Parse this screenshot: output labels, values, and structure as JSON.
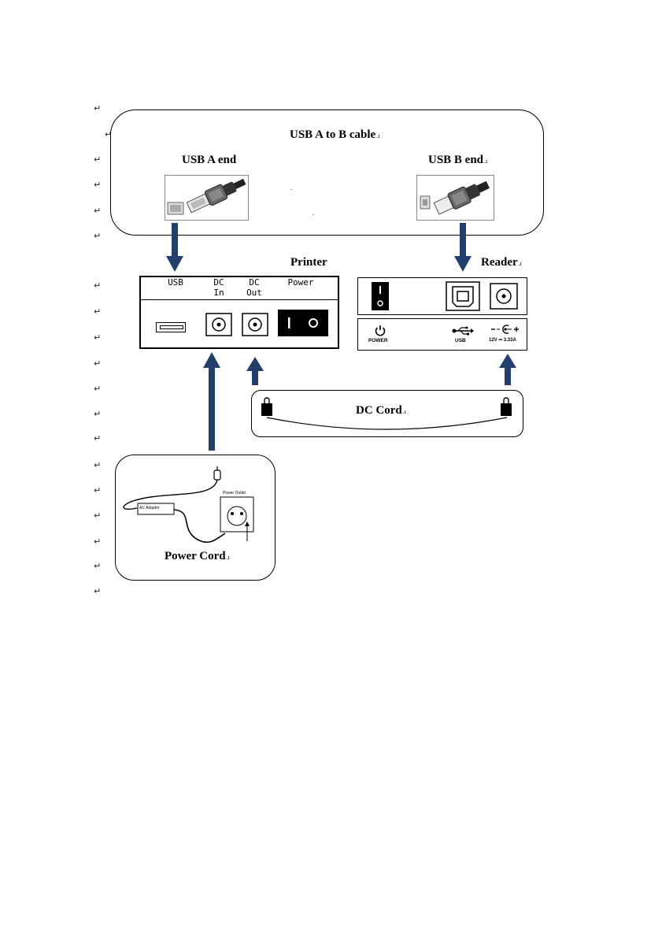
{
  "paragraph_mark": "↵",
  "cable_box": {
    "title": "USB A to B cable",
    "a_end_label": "USB A end",
    "b_end_label": "USB B end",
    "small_mark": "."
  },
  "printer": {
    "title": "Printer",
    "ports": [
      "USB",
      "DC\nIn",
      "DC\nOut",
      "Power"
    ]
  },
  "reader": {
    "title": "Reader",
    "ports": [
      "POWER",
      "USB",
      "12V ⎓ 3.33A"
    ]
  },
  "dc_cord": {
    "label": "DC Cord"
  },
  "power_cord": {
    "label": "Power Cord",
    "adaptor_text": "AC Adaptor",
    "outlet_text": "Power Outlet"
  },
  "colors": {
    "arrow": "#233f6b",
    "line": "#000000"
  }
}
